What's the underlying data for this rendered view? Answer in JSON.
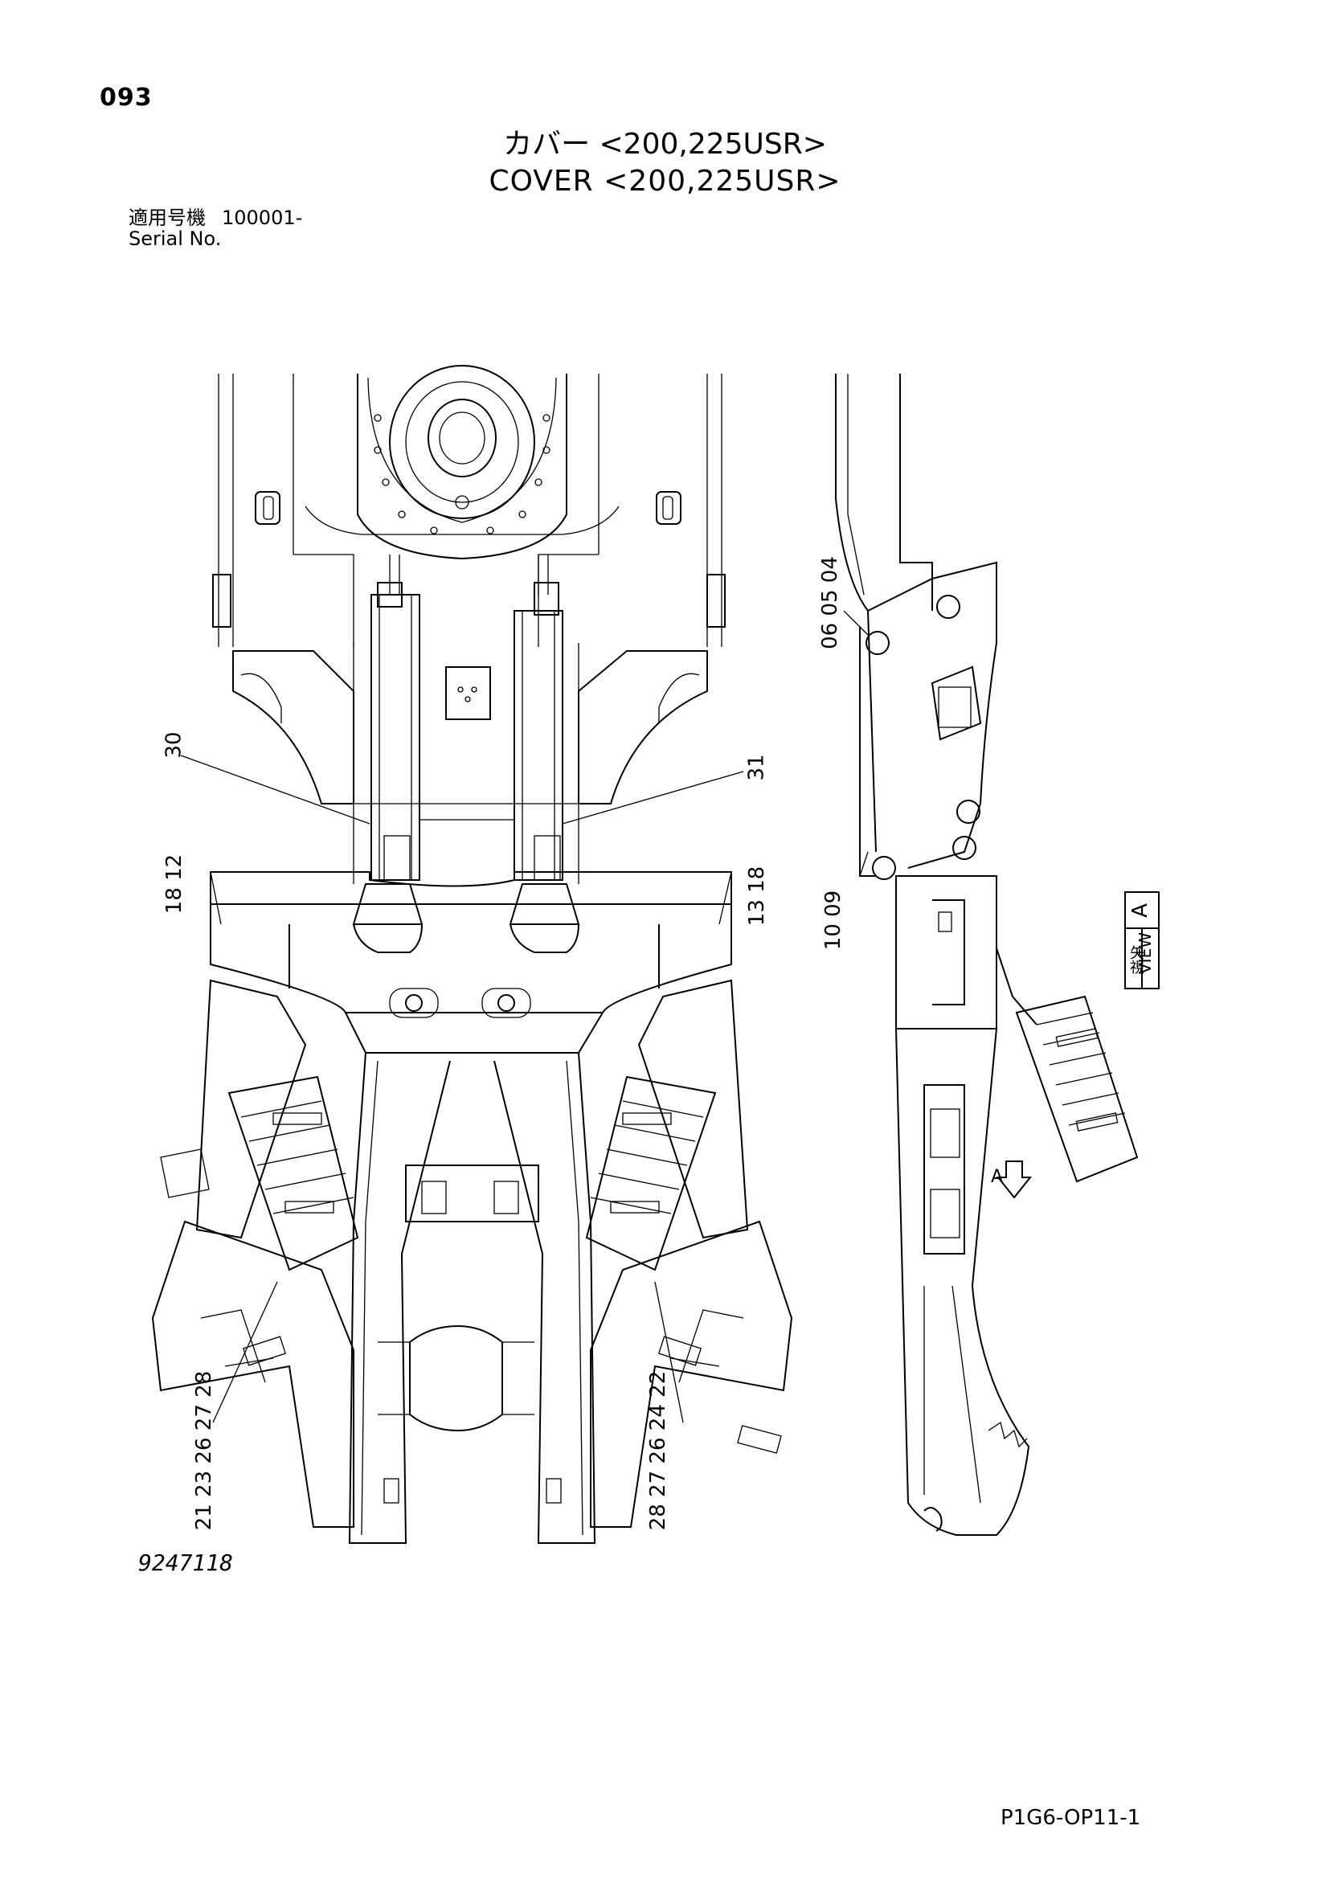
{
  "header": {
    "page_number": "093",
    "title_jp": "カバー <200,225USR>",
    "title_en": "COVER <200,225USR>"
  },
  "serial": {
    "label_jp": "適用号機",
    "value": "100001-",
    "label_en": "Serial No."
  },
  "callouts": {
    "c30": "30",
    "c31": "31",
    "c18_12": "18 12",
    "c13_18": "13 18",
    "c06_05_04": "06 05 04",
    "c10_09": "10 09",
    "c21_28": "21 23 26 27 28",
    "c28_22": "28 27 26 24 22"
  },
  "view": {
    "label": "VIEW",
    "letter": "A",
    "jp": "矢視",
    "arrow_letter": "A"
  },
  "footer": {
    "figure_id": "9247118",
    "doc_code": "P1G6-OP11-1"
  }
}
